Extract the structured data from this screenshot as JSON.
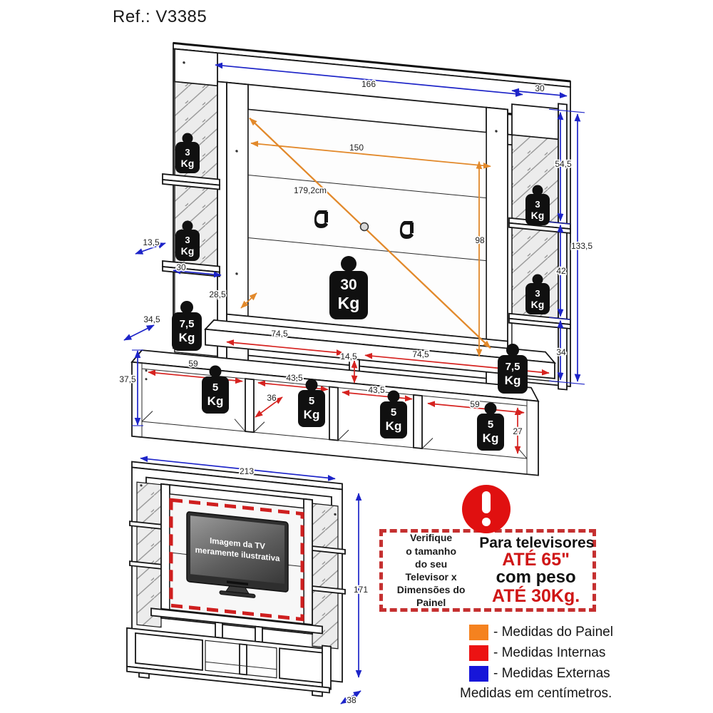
{
  "title": "Ref.: V3385",
  "note_units": "Medidas em centímetros.",
  "legend": {
    "panel_label": "Medidas do Painel",
    "internal_label": "Medidas Internas",
    "external_label": "Medidas Externas",
    "panel_color": "#F5821F",
    "internal_color": "#EC1313",
    "external_color": "#1716D9"
  },
  "warning": {
    "check": {
      "l1": "Verifique",
      "l2": "o tamanho",
      "l3": "do seu",
      "l4": "Televisor x",
      "l5": "Dimensões do Painel"
    },
    "spec": {
      "l1": "Para televisores",
      "l2": "ATÉ 65\"",
      "l3": "com peso",
      "l4": "ATÉ 30Kg."
    }
  },
  "tv_caption": {
    "l1": "Imagem da TV",
    "l2": "meramente ilustrativa"
  },
  "dims": {
    "external": {
      "top_width": "166",
      "top_side": "30",
      "right_seg1": "54,5",
      "right_seg2": "42",
      "right_seg3": "34",
      "right_total": "133,5",
      "left_shelf_depth": "13,5",
      "left_shelf_width": "30",
      "left_base_depth": "34,5",
      "base_height": "37,5"
    },
    "front": {
      "width": "213",
      "height": "171",
      "depth": "38"
    },
    "panel": {
      "width": "150",
      "height": "98",
      "diagonal": "179,2cm",
      "gap": "28,5"
    },
    "internal": {
      "shelf_left": "74,5",
      "shelf_mid": "14,5",
      "shelf_right": "74,5",
      "cube1": "59",
      "cube2": "43,5",
      "cube2_depth": "36",
      "cube3": "43,5",
      "cube4": "59",
      "cube4_height": "27"
    }
  },
  "weights": {
    "w3": {
      "value": "3",
      "unit": "Kg"
    },
    "w5": {
      "value": "5",
      "unit": "Kg"
    },
    "w75": {
      "value": "7,5",
      "unit": "Kg"
    },
    "w30": {
      "value": "30",
      "unit": "Kg"
    }
  }
}
